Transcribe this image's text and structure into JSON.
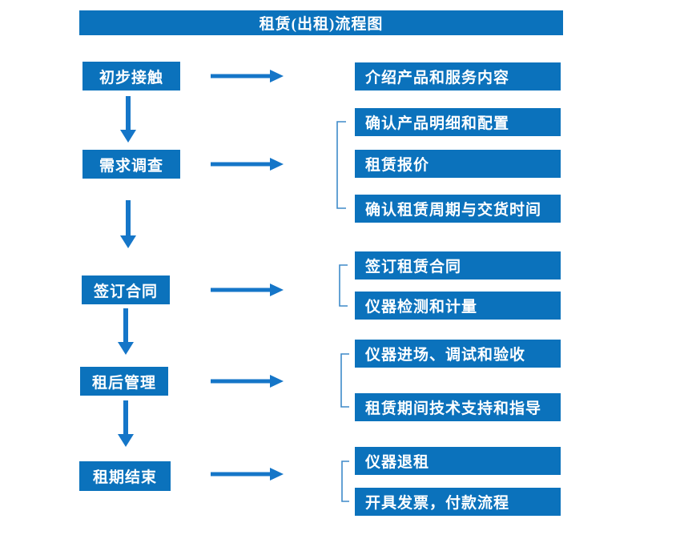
{
  "title": "租赁(出租)流程图",
  "colors": {
    "primary": "#0B72BC",
    "arrow": "#1576C8",
    "bracket": "#3E8AC9",
    "text": "#FFFFFF"
  },
  "steps": [
    {
      "label": "初步接触",
      "details": [
        "介绍产品和服务内容"
      ]
    },
    {
      "label": "需求调查",
      "details": [
        "确认产品明细和配置",
        "租赁报价",
        "确认租赁周期与交货时间"
      ]
    },
    {
      "label": "签订合同",
      "details": [
        "签订租赁合同",
        "仪器检测和计量"
      ]
    },
    {
      "label": "租后管理",
      "details": [
        "仪器进场、调试和验收",
        "租赁期间技术支持和指导"
      ]
    },
    {
      "label": "租期结束",
      "details": [
        "仪器退租",
        "开具发票，付款流程"
      ]
    }
  ]
}
